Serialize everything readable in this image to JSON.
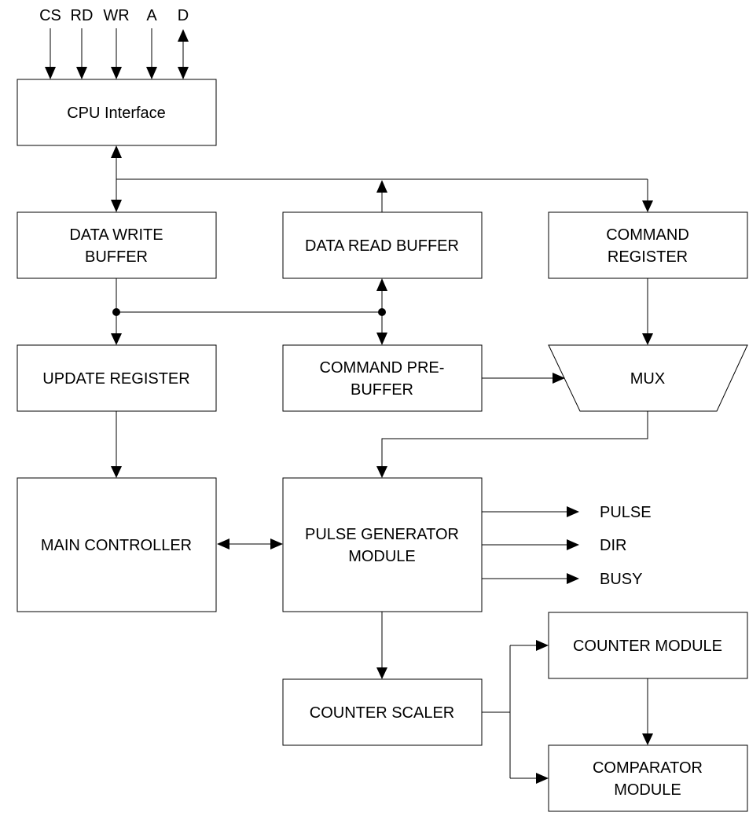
{
  "signals": {
    "cs": "CS",
    "rd": "RD",
    "wr": "WR",
    "a": "A",
    "d": "D"
  },
  "blocks": {
    "cpu_interface": "CPU Interface",
    "data_write_buffer": [
      "DATA WRITE",
      "BUFFER"
    ],
    "data_read_buffer": "DATA READ BUFFER",
    "command_register": [
      "COMMAND",
      "REGISTER"
    ],
    "update_register": "UPDATE REGISTER",
    "command_pre_buffer": [
      "COMMAND PRE-",
      "BUFFER"
    ],
    "mux": "MUX",
    "main_controller": "MAIN CONTROLLER",
    "pulse_generator_module": [
      "PULSE GENERATOR",
      "MODULE"
    ],
    "counter_module": "COUNTER MODULE",
    "counter_scaler": "COUNTER SCALER",
    "comparator_module": [
      "COMPARATOR",
      "MODULE"
    ]
  },
  "outputs": {
    "pulse": "PULSE",
    "dir": "DIR",
    "busy": "BUSY"
  }
}
